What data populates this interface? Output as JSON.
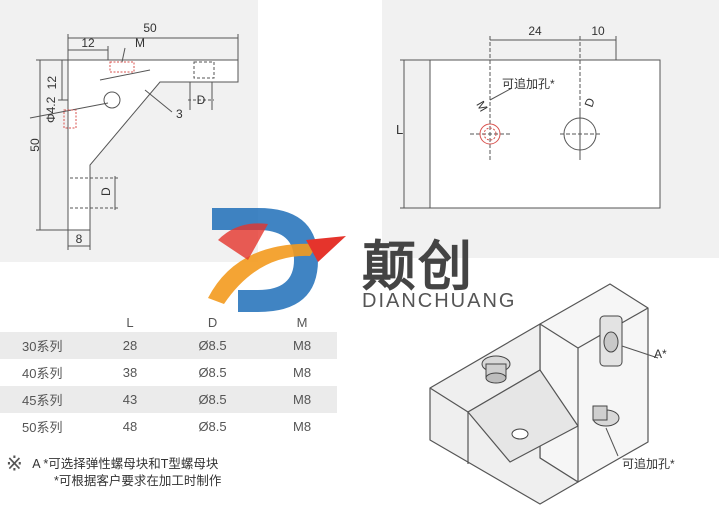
{
  "side_view": {
    "dim_50": "50",
    "dim_12_top": "12",
    "dim_M": "M",
    "dim_12_left": "12",
    "dim_phi": "Φ4.2",
    "dim_50_left": "50",
    "dim_D_right": "D",
    "dim_3": "3",
    "dim_D_lower": "D",
    "dim_8": "8"
  },
  "front_view": {
    "dim_24": "24",
    "dim_10": "10",
    "dim_L": "L",
    "dim_M": "M",
    "dim_D": "D",
    "hole_note": "可追加孔*"
  },
  "brand": {
    "name_cn": "颠创",
    "name_en": "DIANCHUANG"
  },
  "spec_table": {
    "headers": [
      "",
      "L",
      "D",
      "M"
    ],
    "rows": [
      [
        "30系列",
        "28",
        "Ø8.5",
        "M8"
      ],
      [
        "40系列",
        "38",
        "Ø8.5",
        "M8"
      ],
      [
        "45系列",
        "43",
        "Ø8.5",
        "M8"
      ],
      [
        "50系列",
        "48",
        "Ø8.5",
        "M8"
      ]
    ]
  },
  "iso_view": {
    "label_A": "A*",
    "hole_note": "可追加孔*"
  },
  "notes": {
    "symbol": "※",
    "line1_prefix": "A",
    "line1": "*可选择弹性螺母块和T型螺母块",
    "line2": "*可根据客户要求在加工时制作"
  },
  "colors": {
    "panel": "#f1f1f1",
    "line": "#555555",
    "red_thread": "#d9534f",
    "logo_blue": "#1f6fb8",
    "logo_orange": "#f39a1e",
    "logo_red": "#e5342c"
  }
}
